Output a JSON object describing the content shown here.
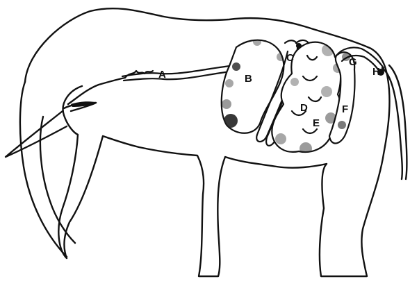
{
  "labels": {
    "a": "A",
    "b": "B",
    "c": "C",
    "d": "D",
    "e": "E",
    "f": "F",
    "g": "G",
    "h": "H"
  },
  "colors": {
    "ink": "#111111",
    "background": "#ffffff"
  }
}
